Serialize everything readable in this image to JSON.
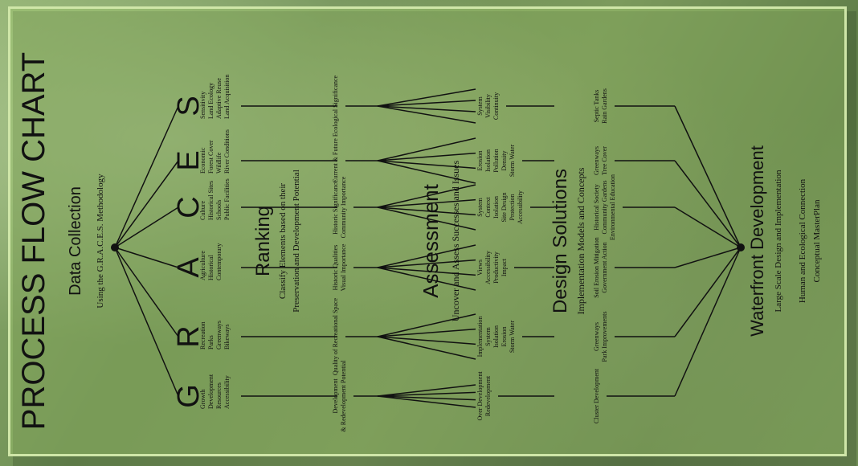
{
  "title": "PROCESS FLOW CHART",
  "data_collection": {
    "heading": "Data Collection",
    "sub": "Using the G.R.A.C.E.S. Methodology"
  },
  "graces": [
    {
      "letter": "G",
      "items": [
        "Growth",
        "Development",
        "Resources",
        "Accessibility"
      ]
    },
    {
      "letter": "R",
      "items": [
        "Recreation",
        "Parks",
        "Greenways",
        "Bikeways"
      ]
    },
    {
      "letter": "A",
      "items": [
        "Agriculture",
        "Historical",
        "Contemporary"
      ]
    },
    {
      "letter": "C",
      "items": [
        "Culture",
        "Historical Sites",
        "Schools",
        "Public Facilities"
      ]
    },
    {
      "letter": "E",
      "items": [
        "Economic",
        "Forest Cover",
        "Wildlife",
        "River Conditions"
      ]
    },
    {
      "letter": "S",
      "items": [
        "Sensitivity",
        "Land Ecology",
        "Adaptive Reuse",
        "Land Acquisition"
      ]
    }
  ],
  "ranking": {
    "heading": "Ranking",
    "sub1": "Classify Elements based on their",
    "sub2": "Preservation and Development Potential",
    "cols": [
      [
        "Development",
        "& Redevelopment Potential"
      ],
      [
        "Quality of Recreational Space"
      ],
      [
        "Historic Qualities",
        "Visual Importance"
      ],
      [
        "Historic Significance",
        "Community Importance"
      ],
      [
        "Current & Future"
      ],
      [
        "Ecological Significance"
      ]
    ]
  },
  "assessment": {
    "heading": "Assessment",
    "sub": "Uncover and Assess Successes and Issues",
    "cols": [
      [
        "Over Development",
        "Redevelopment"
      ],
      [
        "Implementation",
        "System",
        "Isolation",
        "Erosion",
        "Storm Water"
      ],
      [
        "Views",
        "Accessibility",
        "Productivity",
        "Impact"
      ],
      [
        "System",
        "Context",
        "Isolation",
        "Site Design",
        "Protection",
        "Accessibility"
      ],
      [
        "Erosion",
        "Isolation",
        "Pollution",
        "Density",
        "Storm Water"
      ],
      [
        "System",
        "Visibility",
        "Continuity"
      ]
    ]
  },
  "design": {
    "heading": "Design Solutions",
    "sub": "Implementation Models and Concepts",
    "cols": [
      [
        "Cluster Development"
      ],
      [
        "Greenways",
        "Park Improvements"
      ],
      [
        "Soil Erosion Mitigation",
        "Government Action"
      ],
      [
        "Historical Society",
        "Community Gardens",
        "Environmental Education"
      ],
      [
        "Greenways",
        "Tree Cover"
      ],
      [
        "Septic Tanks",
        "Rain Gardens"
      ]
    ]
  },
  "waterfront": {
    "heading": "Waterfront Development",
    "sub": "Large Scale Design and Implementation",
    "line1": "Human and Ecological Connection",
    "line2": "Conceptual MasterPlan"
  }
}
